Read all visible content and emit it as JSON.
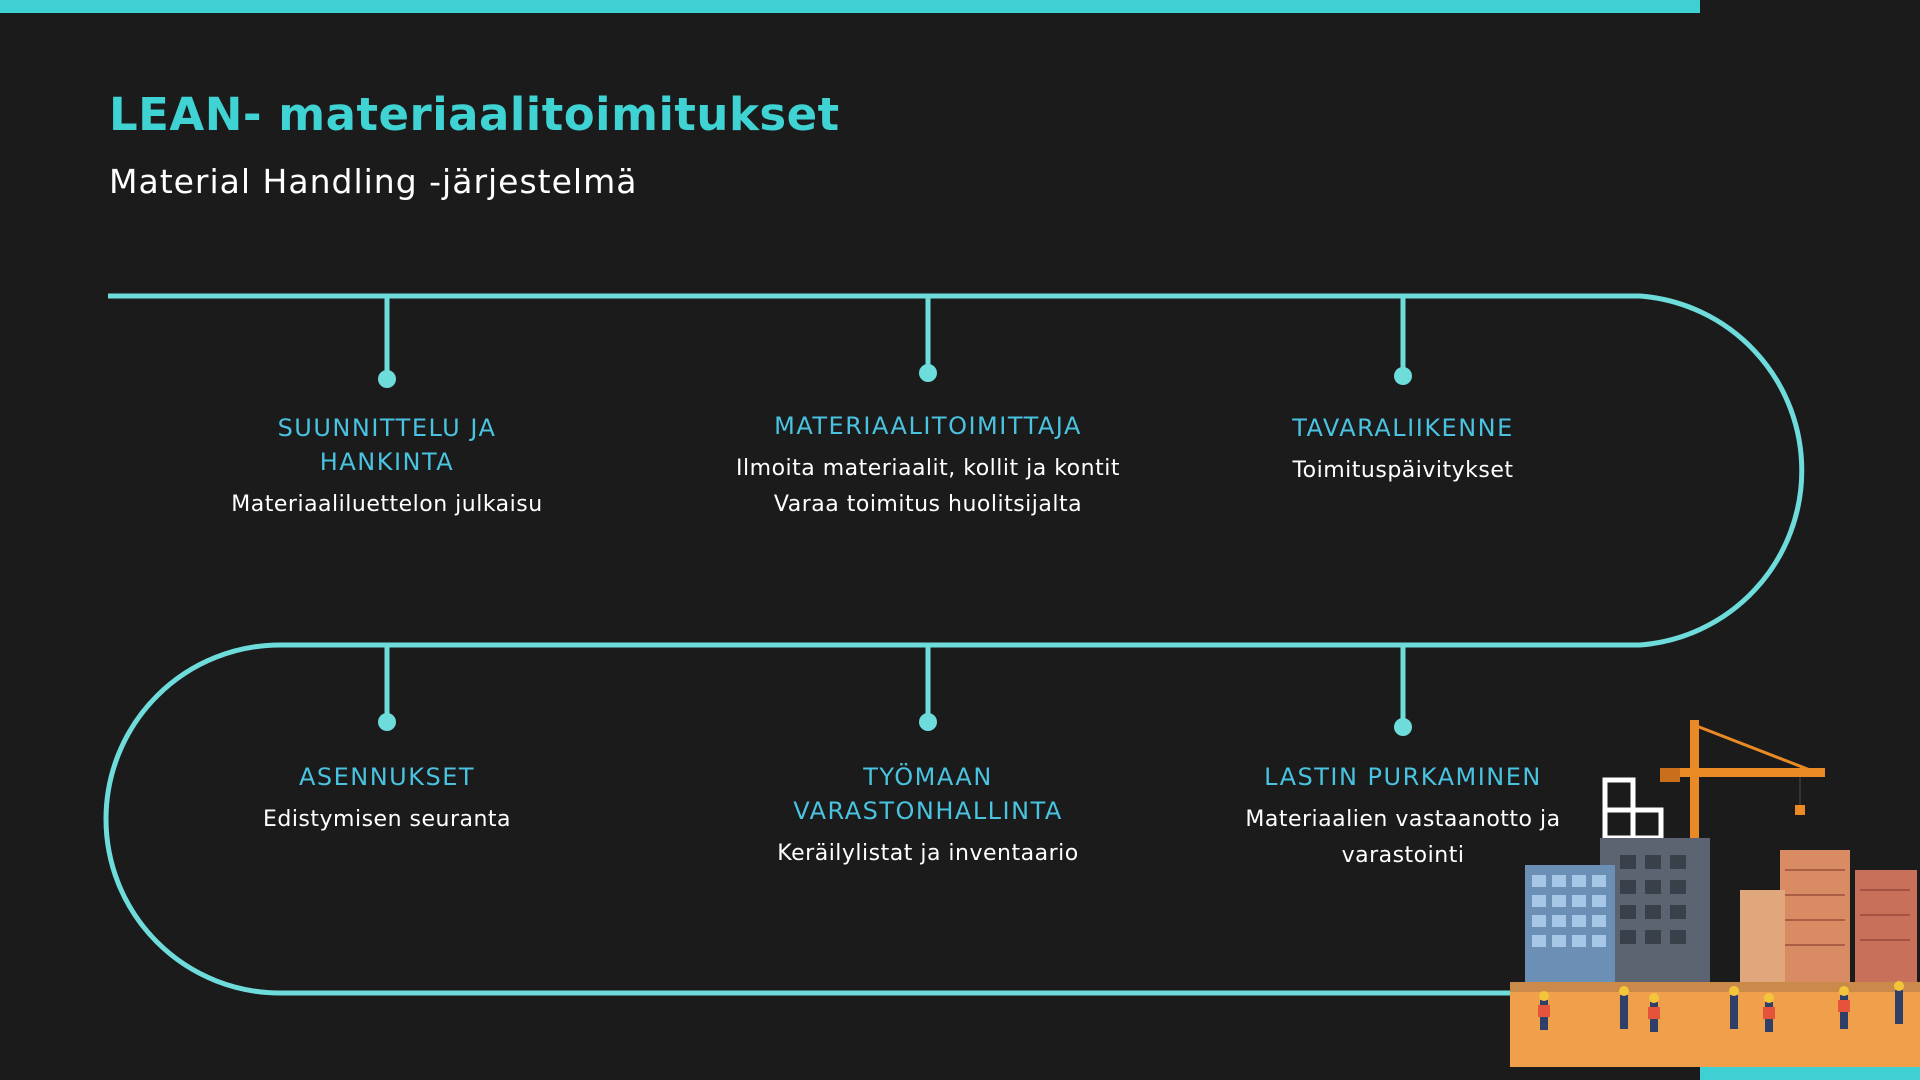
{
  "title": "LEAN- materiaalitoimitukset",
  "subtitle": "Material Handling -järjestelmä",
  "steps": [
    {
      "heading": "SUUNNITTELU JA HANKINTA",
      "desc": [
        "Materiaaliluettelon julkaisu"
      ]
    },
    {
      "heading": "MATERIAALITOIMITTAJA",
      "desc": [
        "Ilmoita materiaalit, kollit ja kontit",
        "Varaa toimitus huolitsijalta"
      ]
    },
    {
      "heading": "TAVARALIIKENNE",
      "desc": [
        "Toimituspäivitykset"
      ]
    },
    {
      "heading": "ASENNUKSET",
      "desc": [
        "Edistymisen seuranta"
      ]
    },
    {
      "heading": "TYÖMAAN VARASTONHALLINTA",
      "desc": [
        "Keräilylistat ja inventaario"
      ]
    },
    {
      "heading": "LASTIN PURKAMINEN",
      "desc": [
        "Materiaalien vastaanotto ja varastointi"
      ]
    }
  ],
  "colors": {
    "accent": "#40d3d3",
    "heading": "#49c3e0",
    "background": "#1b1b1c",
    "text": "#ffffff"
  },
  "illustration": "construction-site-illustration"
}
